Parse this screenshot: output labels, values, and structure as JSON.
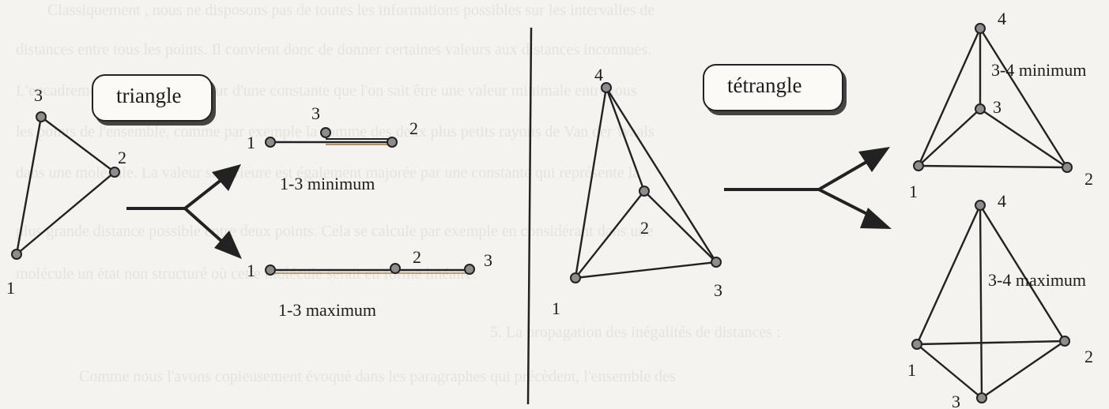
{
  "background_text": [
    "Classiquement , nous ne disposons pas de toutes les informations possibles sur les intervalles de",
    "distances entre tous les points. Il convient donc de donner certaines valeurs aux distances inconnues.",
    "L'encadrement ainsi que la valeur d'une constante que l'on sait être une valeur minimale entre tous",
    "les points de l'ensemble, comme par exemple la somme des deux plus petits rayons de Van der Waals",
    "dans une molécule. La valeur supérieure est également majorée par une constante qui représente la",
    "plus grande distance possible entre deux points. Cela se calcule par exemple en considérant dans une",
    "molécule un état non structuré où cette molécule serait en forme linéaire.",
    "5. La propagation des inégalités de distances :",
    "Comme nous l'avons copieusement évoqué dans les paragraphes qui précèdent, l'ensemble des"
  ],
  "triangle": {
    "title": "triangle",
    "nodes": [
      "1",
      "2",
      "3"
    ],
    "minimum": {
      "left": "1",
      "middle": "3",
      "right": "2",
      "caption": "1-3 minimum"
    },
    "maximum": {
      "left": "1",
      "middle": "2",
      "right": "3",
      "caption": "1-3 maximum"
    }
  },
  "tetrangle": {
    "title": "tétrangle",
    "nodes": [
      "1",
      "2",
      "3",
      "4"
    ],
    "minimum": {
      "n1": "1",
      "n2": "2",
      "n3": "3",
      "n4": "4",
      "caption": "3-4 minimum"
    },
    "maximum": {
      "n1": "1",
      "n2": "2",
      "n3": "3",
      "n4": "4",
      "caption": "3-4 maximum"
    }
  }
}
